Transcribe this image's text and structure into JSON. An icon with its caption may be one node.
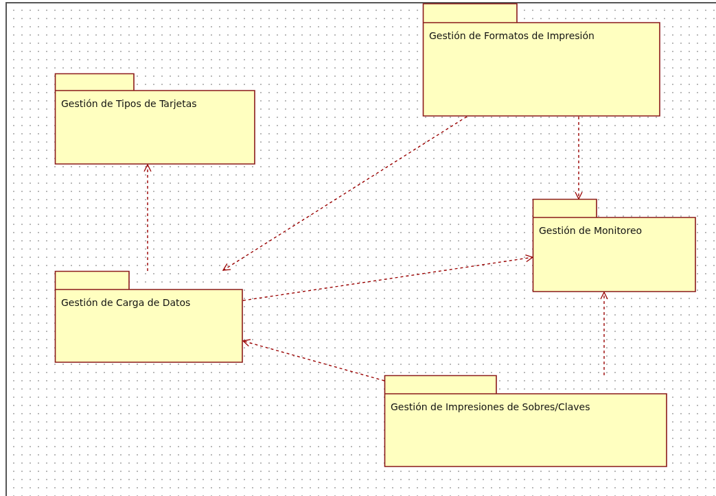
{
  "diagram": {
    "nodes": [
      {
        "text": [
          "Gestión de Formatos de Impresión"
        ]
      },
      {
        "text": [
          "Gestión de Tipos de Tarjetas"
        ]
      },
      {
        "text": [
          "Gestión de Monitoreo"
        ]
      },
      {
        "text": [
          "Gestión de Carga de Datos"
        ]
      },
      {
        "text": [
          "Gestión de Impresiones de Sobres/Claves"
        ]
      }
    ],
    "edges": [
      {
        "from": 0,
        "to": 3,
        "arrow": "to",
        "style": "dashed"
      },
      {
        "from": 0,
        "to": 2,
        "arrow": "to",
        "style": "dashed"
      },
      {
        "from": 3,
        "to": 1,
        "arrow": "to",
        "style": "dashed"
      },
      {
        "from": 3,
        "to": 2,
        "arrow": "to",
        "style": "dashed"
      },
      {
        "from": 4,
        "to": 3,
        "arrow": "to",
        "style": "dashed"
      },
      {
        "from": 4,
        "to": 2,
        "arrow": "to",
        "style": "dashed"
      }
    ]
  }
}
